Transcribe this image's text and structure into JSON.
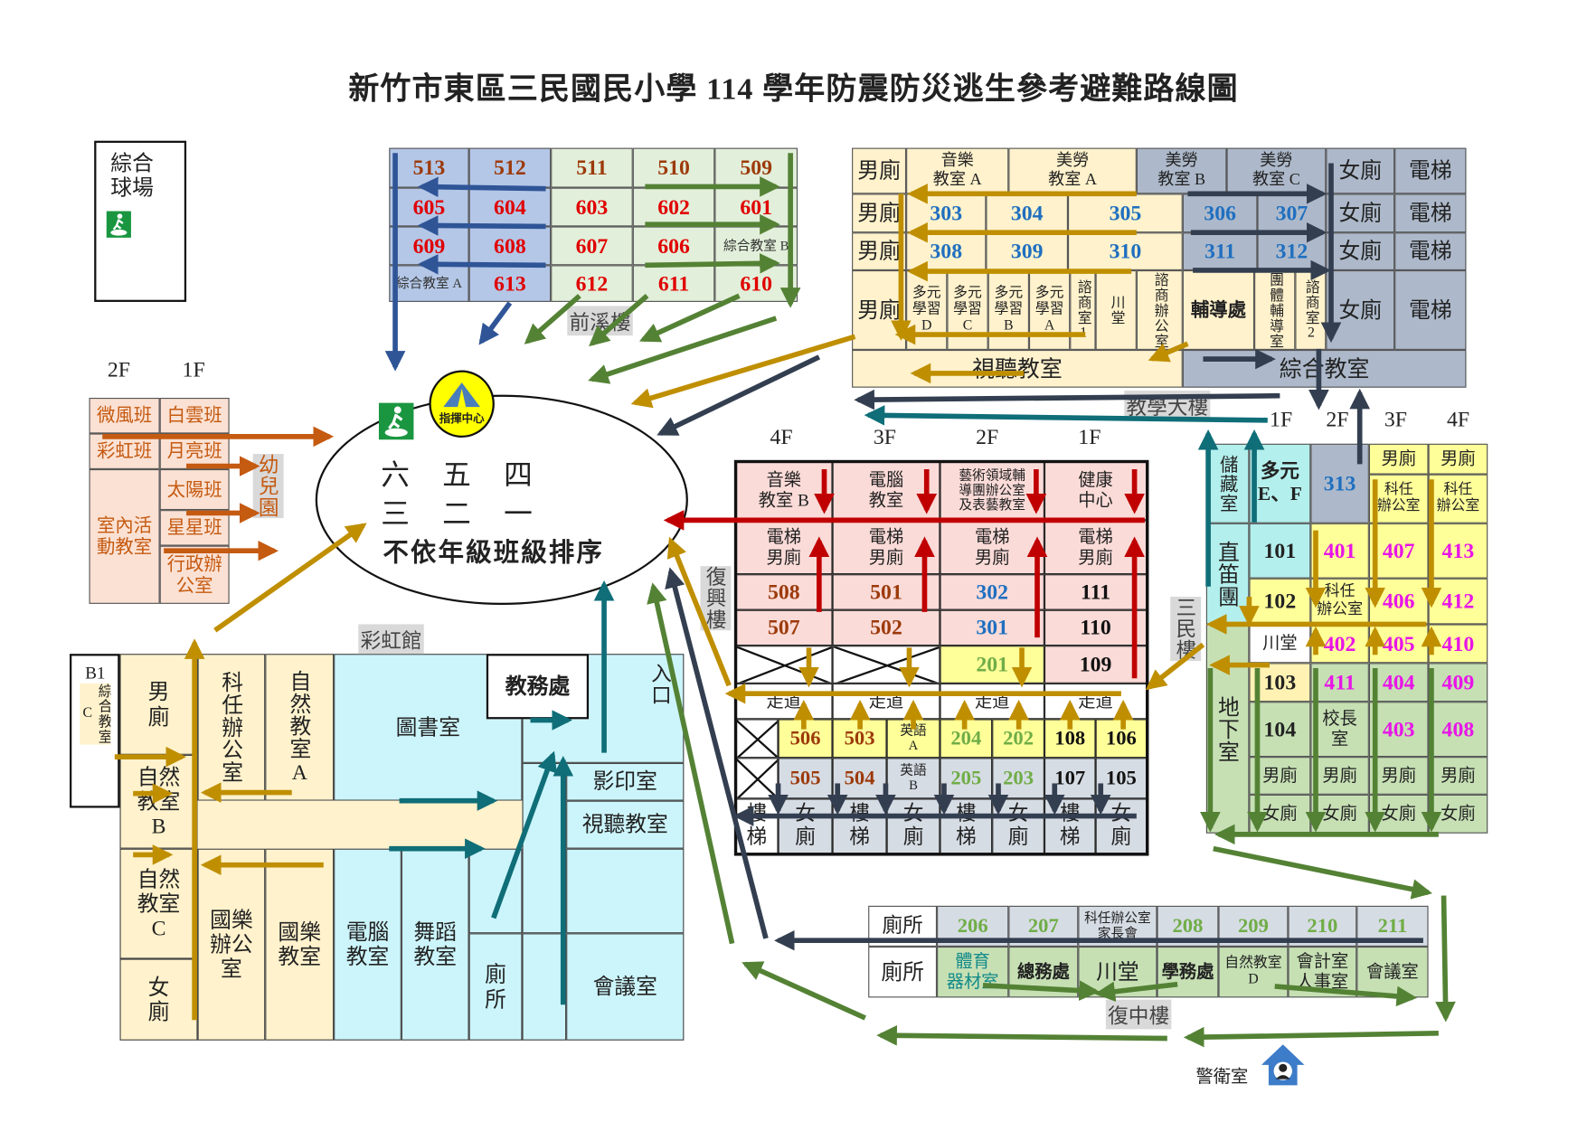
{
  "title": "新竹市東區三民國民小學 114 學年防震防災逃生參考避難路線圖",
  "court": {
    "label": "綜合\n球場"
  },
  "qianxi": {
    "name": "前溪樓",
    "rows": [
      [
        "513",
        "512",
        "511",
        "510",
        "509"
      ],
      [
        "605",
        "604",
        "603",
        "602",
        "601"
      ],
      [
        "609",
        "608",
        "607",
        "606",
        "綜合教室 B"
      ],
      [
        "綜合教室 A",
        "613",
        "612",
        "611",
        "610"
      ]
    ]
  },
  "kindergarten": {
    "name": "幼兒園",
    "floor_2f": "2F",
    "floor_1f": "1F",
    "rooms": {
      "weifeng": "微風班",
      "baiyun": "白雲班",
      "caihong": "彩虹班",
      "yueliang": "月亮班",
      "activity": "室內活\n動教室",
      "taiyang": "太陽班",
      "xingxing": "星星班",
      "admin": "行政辦\n公室"
    }
  },
  "assembly": {
    "command_center": "指揮中心",
    "grades_row1": [
      "六",
      "五",
      "四"
    ],
    "grades_row2": [
      "三",
      "二",
      "一"
    ],
    "note": "不依年級班級排序"
  },
  "teaching": {
    "name": "教學大樓",
    "floors": [
      "1F",
      "2F",
      "3F",
      "4F"
    ],
    "row1": [
      "男廁",
      "音樂\n教室 A",
      "美勞\n教室 A",
      "美勞\n教室 B",
      "美勞\n教室 C",
      "女廁",
      "電梯"
    ],
    "row2": [
      "男廁",
      "303",
      "304",
      "305",
      "306",
      "307",
      "女廁",
      "電梯"
    ],
    "row3": [
      "男廁",
      "308",
      "309",
      "310",
      "311",
      "312",
      "女廁",
      "電梯"
    ],
    "row4": [
      "男廁",
      "多元\n學習\nD",
      "多元\n學習\nC",
      "多元\n學習\nB",
      "多元\n學習\nA",
      "諮商室1",
      "川堂",
      "諮商辦公室",
      "輔導處",
      "團體輔導室",
      "諮商室2",
      "女廁",
      "電梯"
    ],
    "row5": [
      "視聽教室",
      "綜合教室"
    ]
  },
  "fuxing": {
    "name": "復興樓",
    "floors": [
      "4F",
      "3F",
      "2F",
      "1F"
    ],
    "row1": [
      "音樂\n教室 B",
      "電腦\n教室",
      "藝術領域輔\n導團辦公室\n及表藝教室",
      "健康\n中心"
    ],
    "row2": [
      "電梯\n男廁",
      "電梯\n男廁",
      "電梯\n男廁",
      "電梯\n男廁"
    ],
    "row3": [
      "508",
      "501",
      "302",
      "111"
    ],
    "row4": [
      "507",
      "502",
      "301",
      "110"
    ],
    "row5": [
      "",
      "",
      "201",
      "109"
    ],
    "row6": [
      "走道",
      "走道",
      "走道",
      "走道"
    ],
    "row7": [
      "",
      "506",
      "503",
      "英語\nA",
      "204",
      "202",
      "108",
      "106"
    ],
    "row8": [
      "",
      "505",
      "504",
      "英語\nB",
      "205",
      "203",
      "107",
      "105"
    ],
    "row9": [
      "樓\n梯",
      "女\n廁",
      "樓\n梯",
      "女\n廁",
      "樓\n梯",
      "女\n廁",
      "樓\n梯",
      "女\n廁"
    ]
  },
  "sanmin": {
    "name": "三民樓",
    "col0": [
      "儲藏室",
      "直笛團",
      "地下室"
    ],
    "col1": [
      "多元\nE、F",
      "101",
      "102",
      "川堂",
      "103",
      "104",
      "男廁",
      "女廁"
    ],
    "col2": [
      "313",
      "401",
      "科任\n辦公室",
      "402",
      "411",
      "校長\n室",
      "男廁",
      "女廁"
    ],
    "col3": [
      "男廁",
      "科任\n辦公室",
      "407",
      "406",
      "405",
      "404",
      "403",
      "男廁",
      "女廁"
    ],
    "col4": [
      "男廁",
      "科任\n辦公室",
      "413",
      "412",
      "410",
      "409",
      "408",
      "男廁",
      "女廁"
    ]
  },
  "caihong": {
    "name": "彩虹館",
    "b1": "B1",
    "b1_room": "綜合教室\nC",
    "rooms": {
      "male_wc": "男\n廁",
      "subject_office": "科任辦公室",
      "science_a": "自然教室A",
      "library": "圖書室",
      "academic": "教務處",
      "entrance": "入口",
      "science_b": "自然\n教室\nB",
      "science_c": "自然\n教室\nC",
      "female_wc": "女\n廁",
      "music_office": "國樂\n辦公\n室",
      "music_room": "國樂\n教室",
      "computer": "電腦\n教室",
      "dance": "舞蹈\n教室",
      "wc": "廁\n所",
      "copy": "影印室",
      "av": "視聽教室",
      "meeting": "會議室"
    }
  },
  "fuzhong": {
    "name": "復中樓",
    "row1": [
      "廁所",
      "206",
      "207",
      "科任辦公室\n家長會",
      "208",
      "209",
      "210",
      "211"
    ],
    "row2": [
      "廁所",
      "體育\n器材室",
      "總務處",
      "川堂",
      "學務處",
      "自然教室\nD",
      "會計室\n人事室",
      "會議室"
    ]
  },
  "guard": {
    "label": "警衛室"
  },
  "colors": {
    "gold": "#bf8f00",
    "navy": "#333f50",
    "green": "#548235",
    "blue": "#2f5597",
    "teal": "#0f6e78",
    "red": "#c00000",
    "orange": "#c55a11"
  }
}
